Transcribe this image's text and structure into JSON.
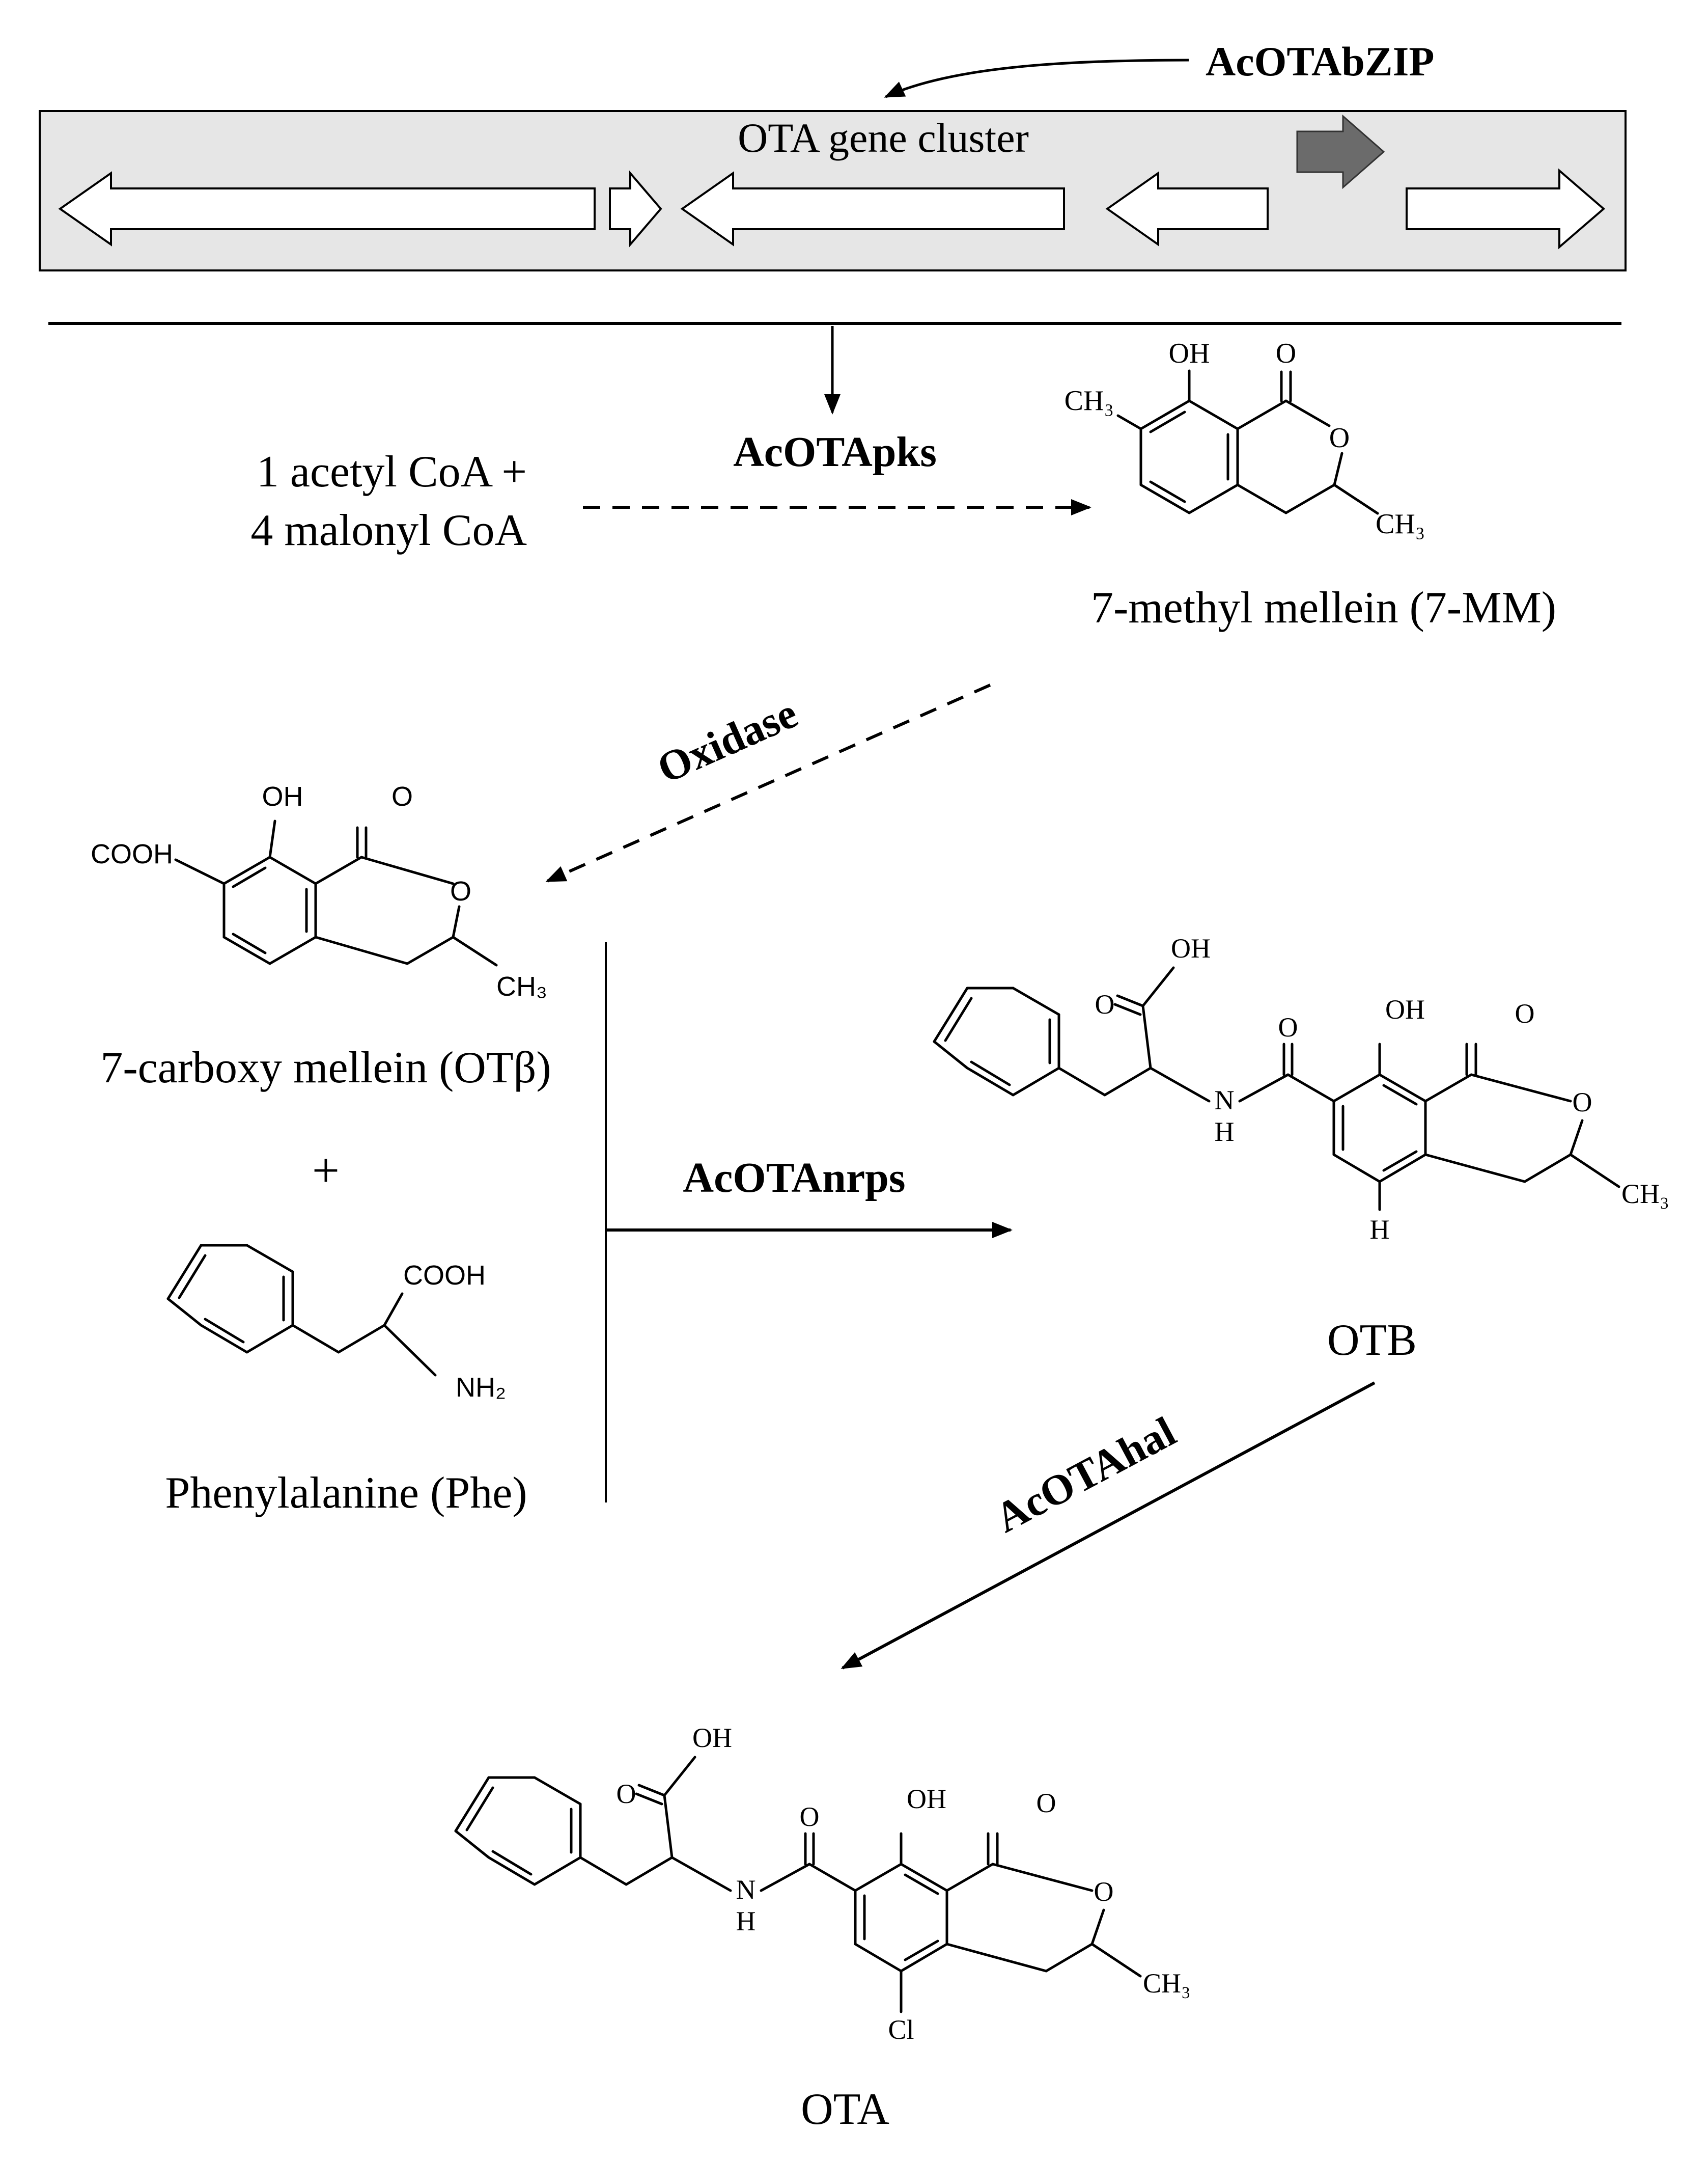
{
  "gene_cluster": {
    "title": "OTA gene cluster",
    "regulator": "AcOTAbZIP"
  },
  "step1": {
    "substrate_line1": "1 acetyl CoA +",
    "substrate_line2": "4 malonyl CoA",
    "enzyme": "AcOTApks",
    "product": "7-methyl mellein (7-MM)"
  },
  "step2": {
    "enzyme": "Oxidase",
    "product": "7-carboxy mellein (OTβ)"
  },
  "step3": {
    "plus": "+",
    "cosubstrate": "Phenylalanine (Phe)",
    "enzyme": "AcOTAnrps",
    "product": "OTB"
  },
  "step4": {
    "enzyme": "AcOTAhal",
    "product": "OTA"
  },
  "atoms": {
    "oh": "OH",
    "o": "O",
    "ch3": "CH₃",
    "cooh": "COOH",
    "nh2": "NH₂",
    "n": "N",
    "h": "H",
    "cl": "Cl"
  },
  "colors": {
    "stroke": "#000000",
    "panel": "#e6e6e6",
    "regulator_arrow": "#6b6b6b"
  }
}
